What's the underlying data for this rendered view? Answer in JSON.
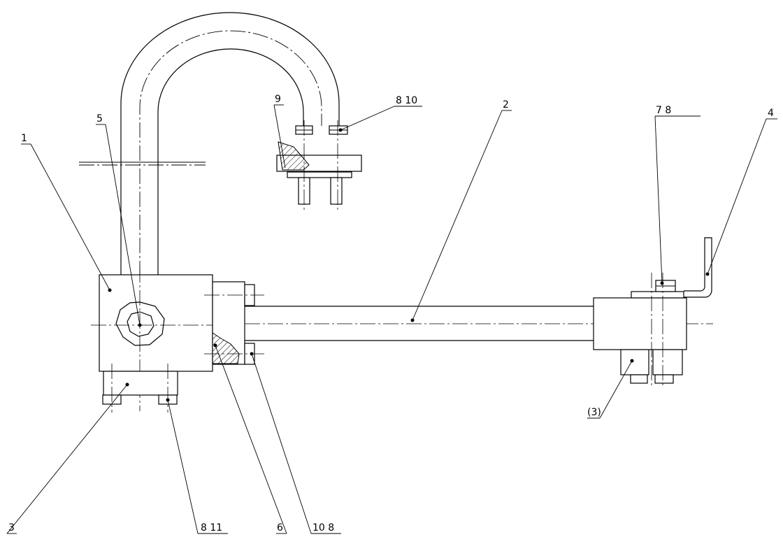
{
  "drawing": {
    "callouts": {
      "c1": "1",
      "c2": "2",
      "c3": "3",
      "c4": "4",
      "c5": "5",
      "c6": "6",
      "c9": "9",
      "c8_10": "8  10",
      "c7_8": "7  8",
      "c8_11": "8  11",
      "c10_8": "10  8",
      "c_circled": "(3)"
    }
  }
}
